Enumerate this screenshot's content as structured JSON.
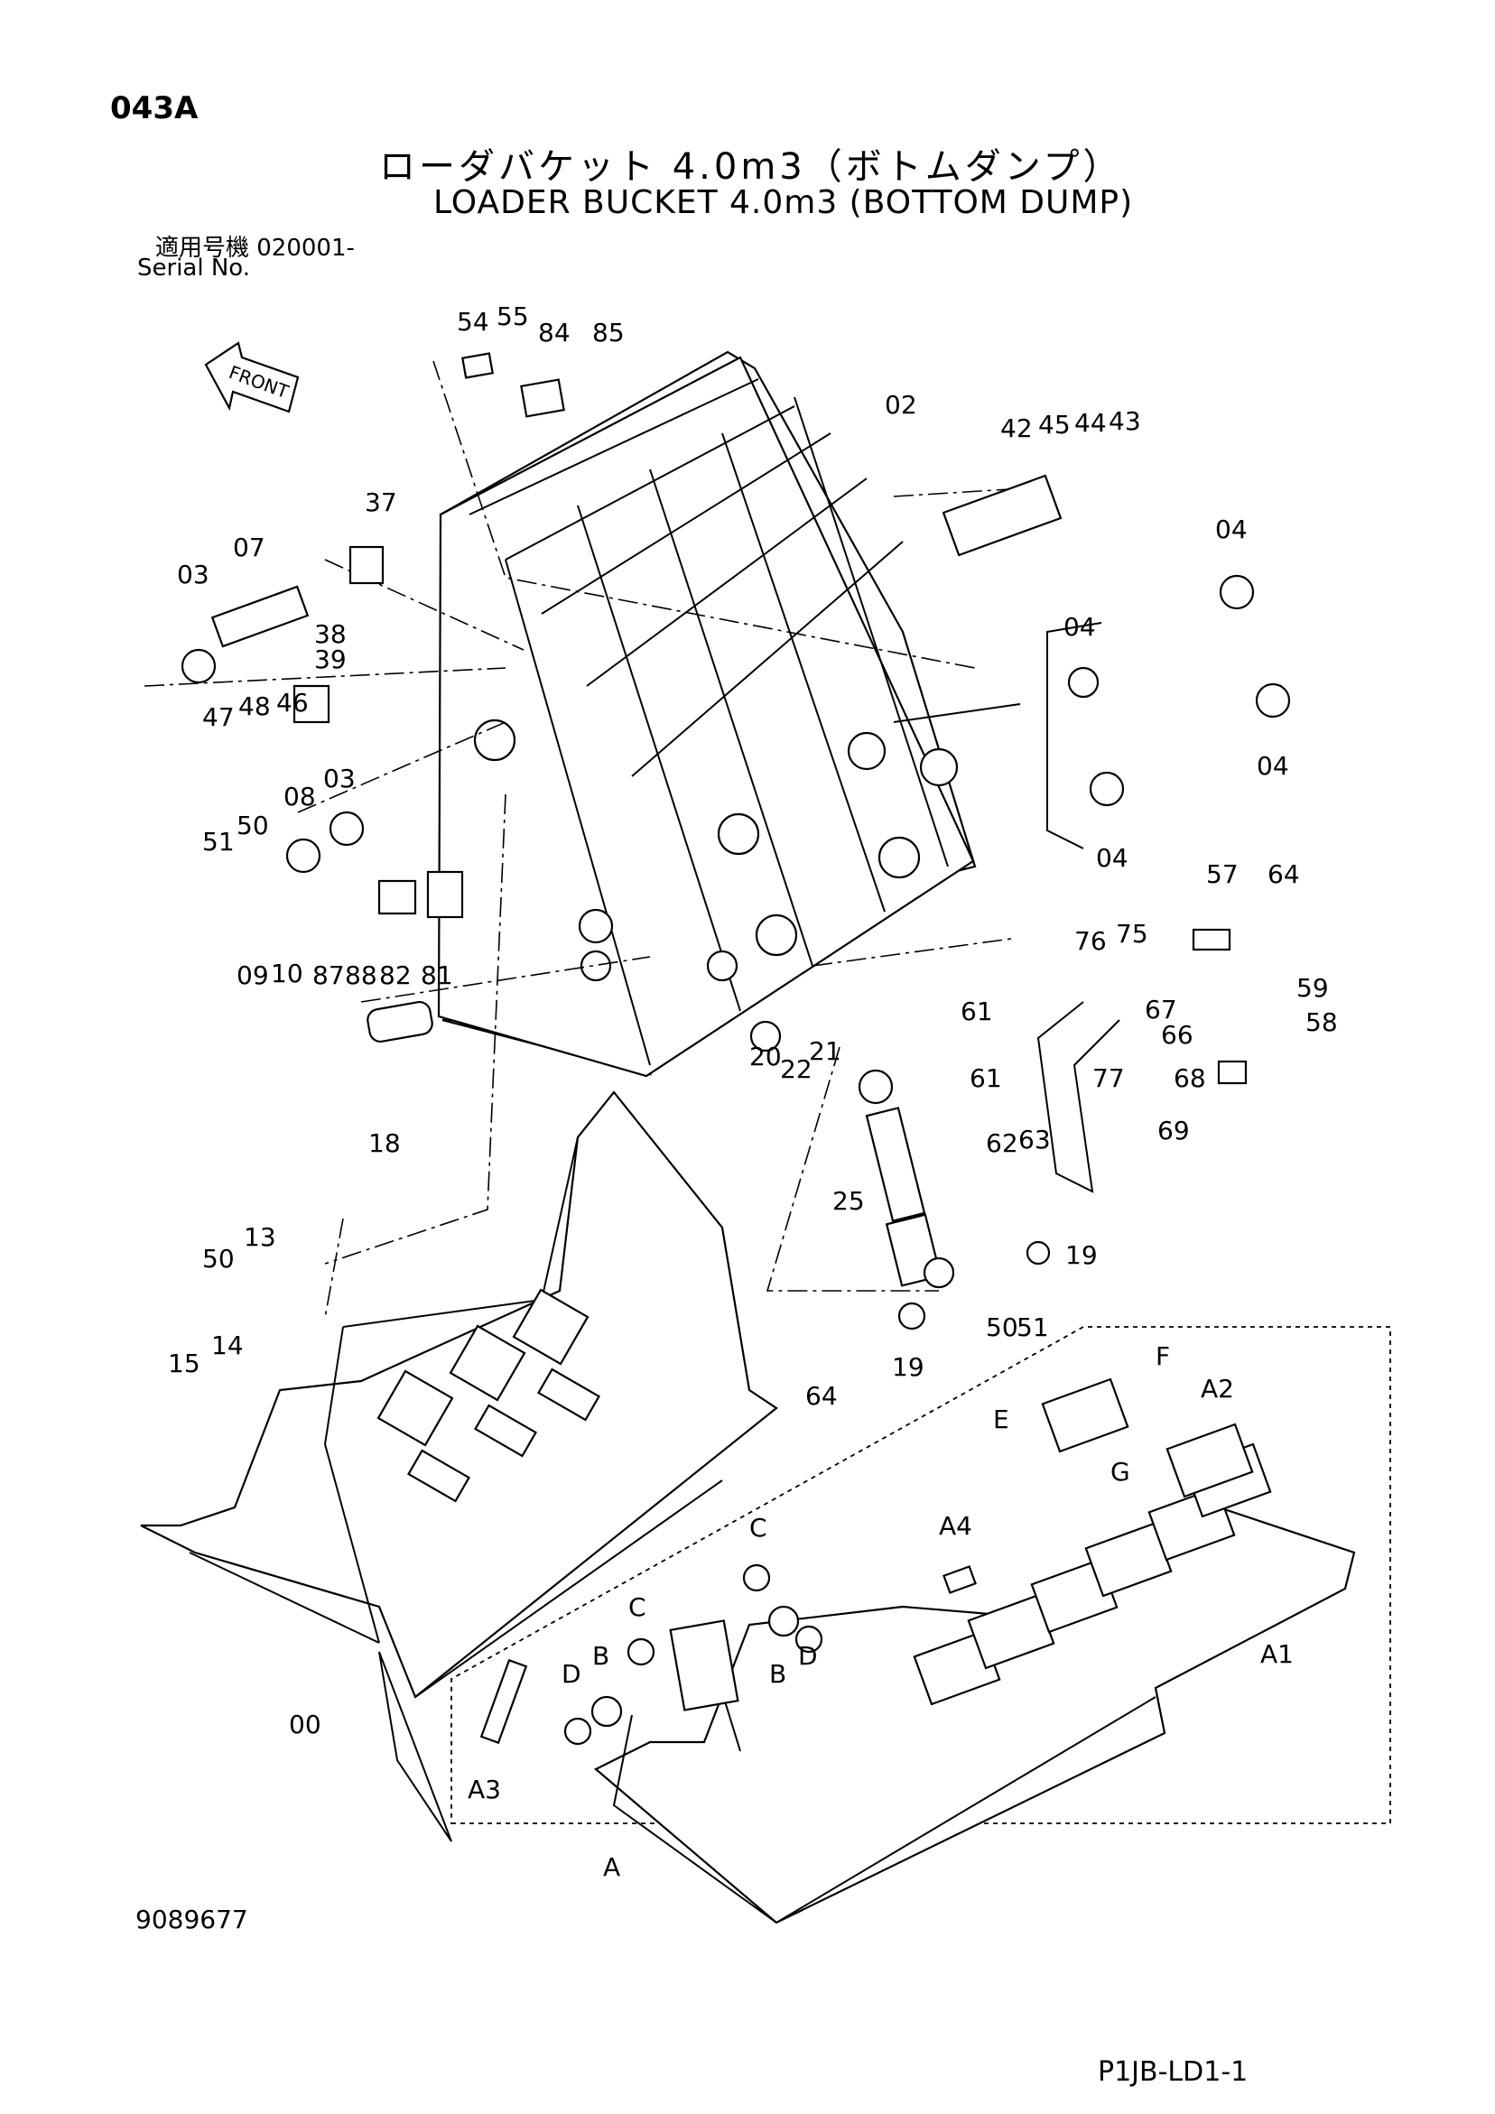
{
  "header": {
    "page_code": "043A",
    "title_jp": "ローダバケット 4.0m3（ボトムダンプ）",
    "title_en": "LOADER BUCKET 4.0m3 (BOTTOM DUMP)",
    "serial_label_jp": "適用号機 020001-",
    "serial_label_en": "Serial No."
  },
  "footer": {
    "document_number": "9089677",
    "page_reference": "P1JB-LD1-1"
  },
  "diagram": {
    "front_arrow_label": "FRONT",
    "part_labels": [
      "54",
      "55",
      "84",
      "85",
      "02",
      "42",
      "45",
      "44",
      "43",
      "37",
      "07",
      "03",
      "38",
      "39",
      "04",
      "04",
      "04",
      "47",
      "48",
      "46",
      "04",
      "08",
      "03",
      "51",
      "50",
      "09",
      "10",
      "87",
      "88",
      "82",
      "81",
      "57",
      "64",
      "76",
      "75",
      "59",
      "67",
      "58",
      "66",
      "20",
      "22",
      "21",
      "61",
      "61",
      "77",
      "68",
      "69",
      "18",
      "62",
      "63",
      "25",
      "19",
      "13",
      "50",
      "50",
      "51",
      "15",
      "14",
      "64",
      "19",
      "F",
      "E",
      "A2",
      "G",
      "C",
      "A4",
      "C",
      "B",
      "D",
      "D",
      "B",
      "A1",
      "00",
      "A3",
      "A"
    ]
  }
}
